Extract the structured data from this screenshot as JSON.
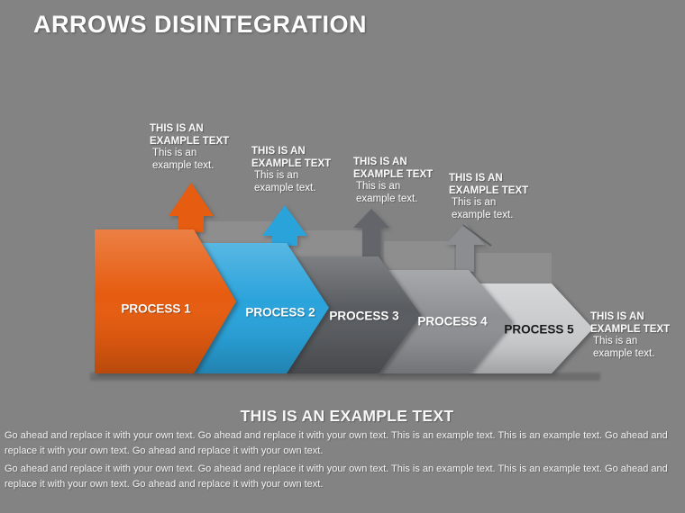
{
  "title": "ARROWS DISINTEGRATION",
  "colors": {
    "background": "#838383",
    "title_text": "#FDFDFD",
    "label_text": "#FBFBFB",
    "orange": "#E65C10",
    "blue": "#2AA3DB",
    "dark_gray": "#595C60",
    "medium_gray": "#8E9093",
    "light_gray": "#C9CBCD",
    "arrow3_gray": "#63656A",
    "arrow4_gray": "#8B8D90",
    "ghost_fragment": "#9A9A9A",
    "floor_shadow": "#6B6B6B",
    "process5_text": "#1A1A1A"
  },
  "processes": [
    {
      "label": "PROCESS 1",
      "fill": "#E65C10",
      "text_color": "#FFFFFF"
    },
    {
      "label": "PROCESS 2",
      "fill": "#2AA3DB",
      "text_color": "#FFFFFF"
    },
    {
      "label": "PROCESS 3",
      "fill": "#595C60",
      "text_color": "#FFFFFF"
    },
    {
      "label": "PROCESS 4",
      "fill": "#8E9093",
      "text_color": "#FFFFFF"
    },
    {
      "label": "PROCESS 5",
      "fill": "#C9CBCD",
      "text_color": "#1A1A1A"
    }
  ],
  "floating_labels": [
    {
      "lines": [
        "THIS IS AN",
        "EXAMPLE TEXT",
        "This is an",
        "example text."
      ]
    },
    {
      "lines": [
        "THIS IS AN",
        "EXAMPLE TEXT",
        "This is an",
        "example text."
      ]
    },
    {
      "lines": [
        "THIS IS AN",
        "EXAMPLE TEXT",
        "This is an",
        "example text."
      ]
    },
    {
      "lines": [
        "THIS IS AN",
        "EXAMPLE TEXT",
        "This is an",
        "example text."
      ]
    },
    {
      "lines": [
        "THIS IS AN",
        "EXAMPLE TEXT",
        "This is an",
        "example text."
      ]
    }
  ],
  "footer": {
    "heading": "THIS IS AN EXAMPLE TEXT",
    "paragraphs": [
      "Go ahead and replace it with your own text. Go ahead and replace it with your own text. This is an example text. This is an example text. Go ahead and replace it with your own text. Go ahead and replace it with your own text.",
      "Go ahead and replace it with your own text. Go ahead and replace it with your own text. This is an example text. This is an example text. Go ahead and replace it with your own text. Go ahead and replace it with your own text."
    ]
  }
}
